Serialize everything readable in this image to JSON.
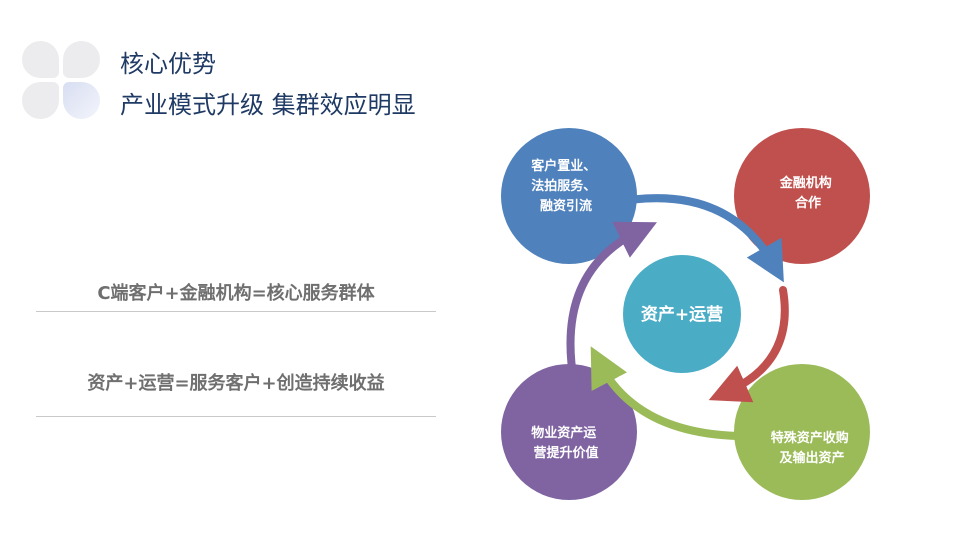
{
  "header": {
    "title": "核心优势",
    "subtitle": "产业模式升级 集群效应明显"
  },
  "statements": [
    "C端客户+金融机构=核心服务群体",
    "资产+运营=服务客户+创造持续收益"
  ],
  "diagram": {
    "center": "资产+运营",
    "nodes": [
      {
        "lines": [
          "客户置业、",
          "法拍服务、",
          "融资引流"
        ],
        "color": "#4f81bd"
      },
      {
        "lines": [
          "金融机构",
          "合作"
        ],
        "color": "#c0504d"
      },
      {
        "lines": [
          "特殊资产收购",
          "及输出资产"
        ],
        "color": "#9bbb59"
      },
      {
        "lines": [
          "物业资产运",
          "营提升价值"
        ],
        "color": "#8064a2"
      }
    ],
    "center_color": "#4bacc6"
  }
}
